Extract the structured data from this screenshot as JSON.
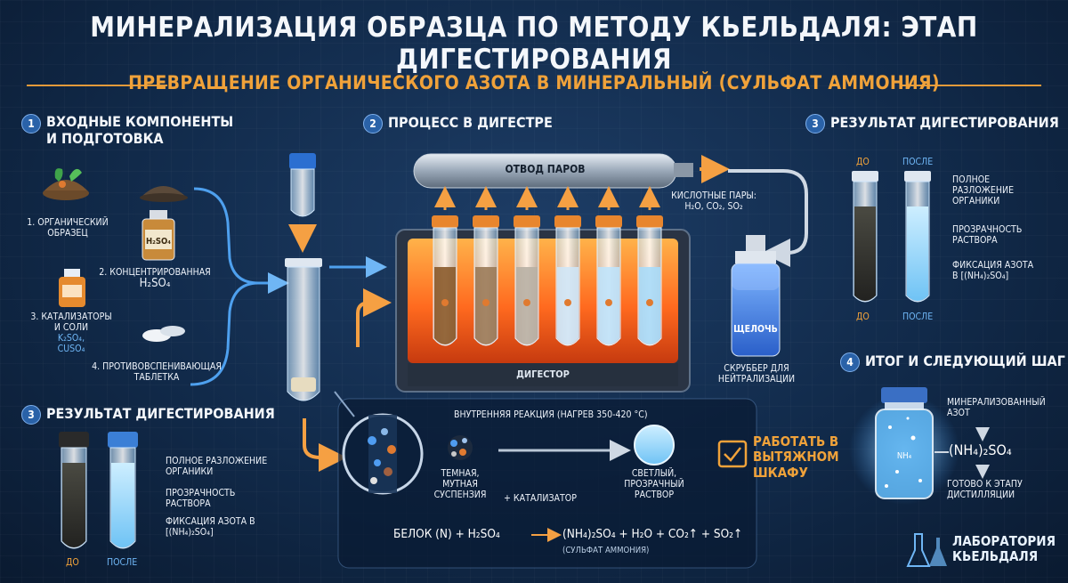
{
  "title": "Минерализация образца по методу Кьельдаля: этап дигестирования",
  "subtitle": "Превращение органического азота в минеральный (сульфат аммония)",
  "section1": {
    "number": "1",
    "title_line1": "Входные компоненты",
    "title_line2": "и подготовка",
    "items": [
      {
        "label": "1. Органический образец"
      },
      {
        "label_line1": "2. Концентрированная",
        "label_line2": "H₂SO₄"
      },
      {
        "label_line1": "3. Катализаторы",
        "label_line2": "и соли",
        "formula_line1": "K₂SO₄,",
        "formula_line2": "CuSO₄"
      },
      {
        "label_line1": "4. Противовспенивающая",
        "label_line2": "таблетка"
      }
    ],
    "bottle_label": "H₂SO₄"
  },
  "section2": {
    "number": "2",
    "title": "Процесс в дигестре",
    "vapor_pipe_label": "Отвод паров",
    "acid_vapors_line1": "Кислотные пары:",
    "acid_vapors_line2": "H₂O, CO₂, SO₂",
    "digestor_label": "Дигестор",
    "scrubber_bottle_label": "Щелочь",
    "scrubber_caption_line1": "Скруббер для",
    "scrubber_caption_line2": "нейтрализации"
  },
  "reaction": {
    "title": "Внутренняя реакция (нагрев 350-420 °C)",
    "before_line1": "Темная,",
    "before_line2": "мутная",
    "before_line3": "суспензия",
    "catalyst": "+ Катализатор",
    "after_line1": "Светлый,",
    "after_line2": "прозрачный",
    "after_line3": "раствор",
    "equation_left": "Белок (N) + H₂SO₄",
    "equation_right": "(NH₄)₂SO₄ + H₂O + CO₂↑ + SO₂↑",
    "equation_note": "(Сульфат аммония)"
  },
  "safety": {
    "line1": "Работать в",
    "line2": "вытяжном",
    "line3": "шкафу"
  },
  "section3_top": {
    "number": "3",
    "title": "Результат дигестирования",
    "before": "До",
    "after": "После",
    "notes": [
      "Полное разложение органики",
      "Прозрачность раствора",
      "Фиксация азота в [(NH₄)₂SO₄]"
    ]
  },
  "section3_bottom": {
    "number": "3",
    "title": "Результат дигестирования",
    "before": "До",
    "after": "После",
    "notes": [
      "Полное разложение органики",
      "Прозрачность раствора",
      "Фиксация азота в [(NH₄)₂SO₄]"
    ]
  },
  "section4": {
    "number": "4",
    "title": "Итог и следующий шаг",
    "mineral_line1": "Минерализованный",
    "mineral_line2": "азот",
    "formula": "(NH₄)₂SO₄",
    "vial_label": "NH₄",
    "next_line1": "Готово к этапу",
    "next_line2": "дистилляции"
  },
  "branding": {
    "line1": "Лаборатория",
    "line2": "Кьельдаля"
  },
  "colors": {
    "accent_orange": "#f0a23a",
    "background": "#0e2340",
    "tube_blue": "#9fd6ff",
    "heater": "#ff6a1f"
  }
}
